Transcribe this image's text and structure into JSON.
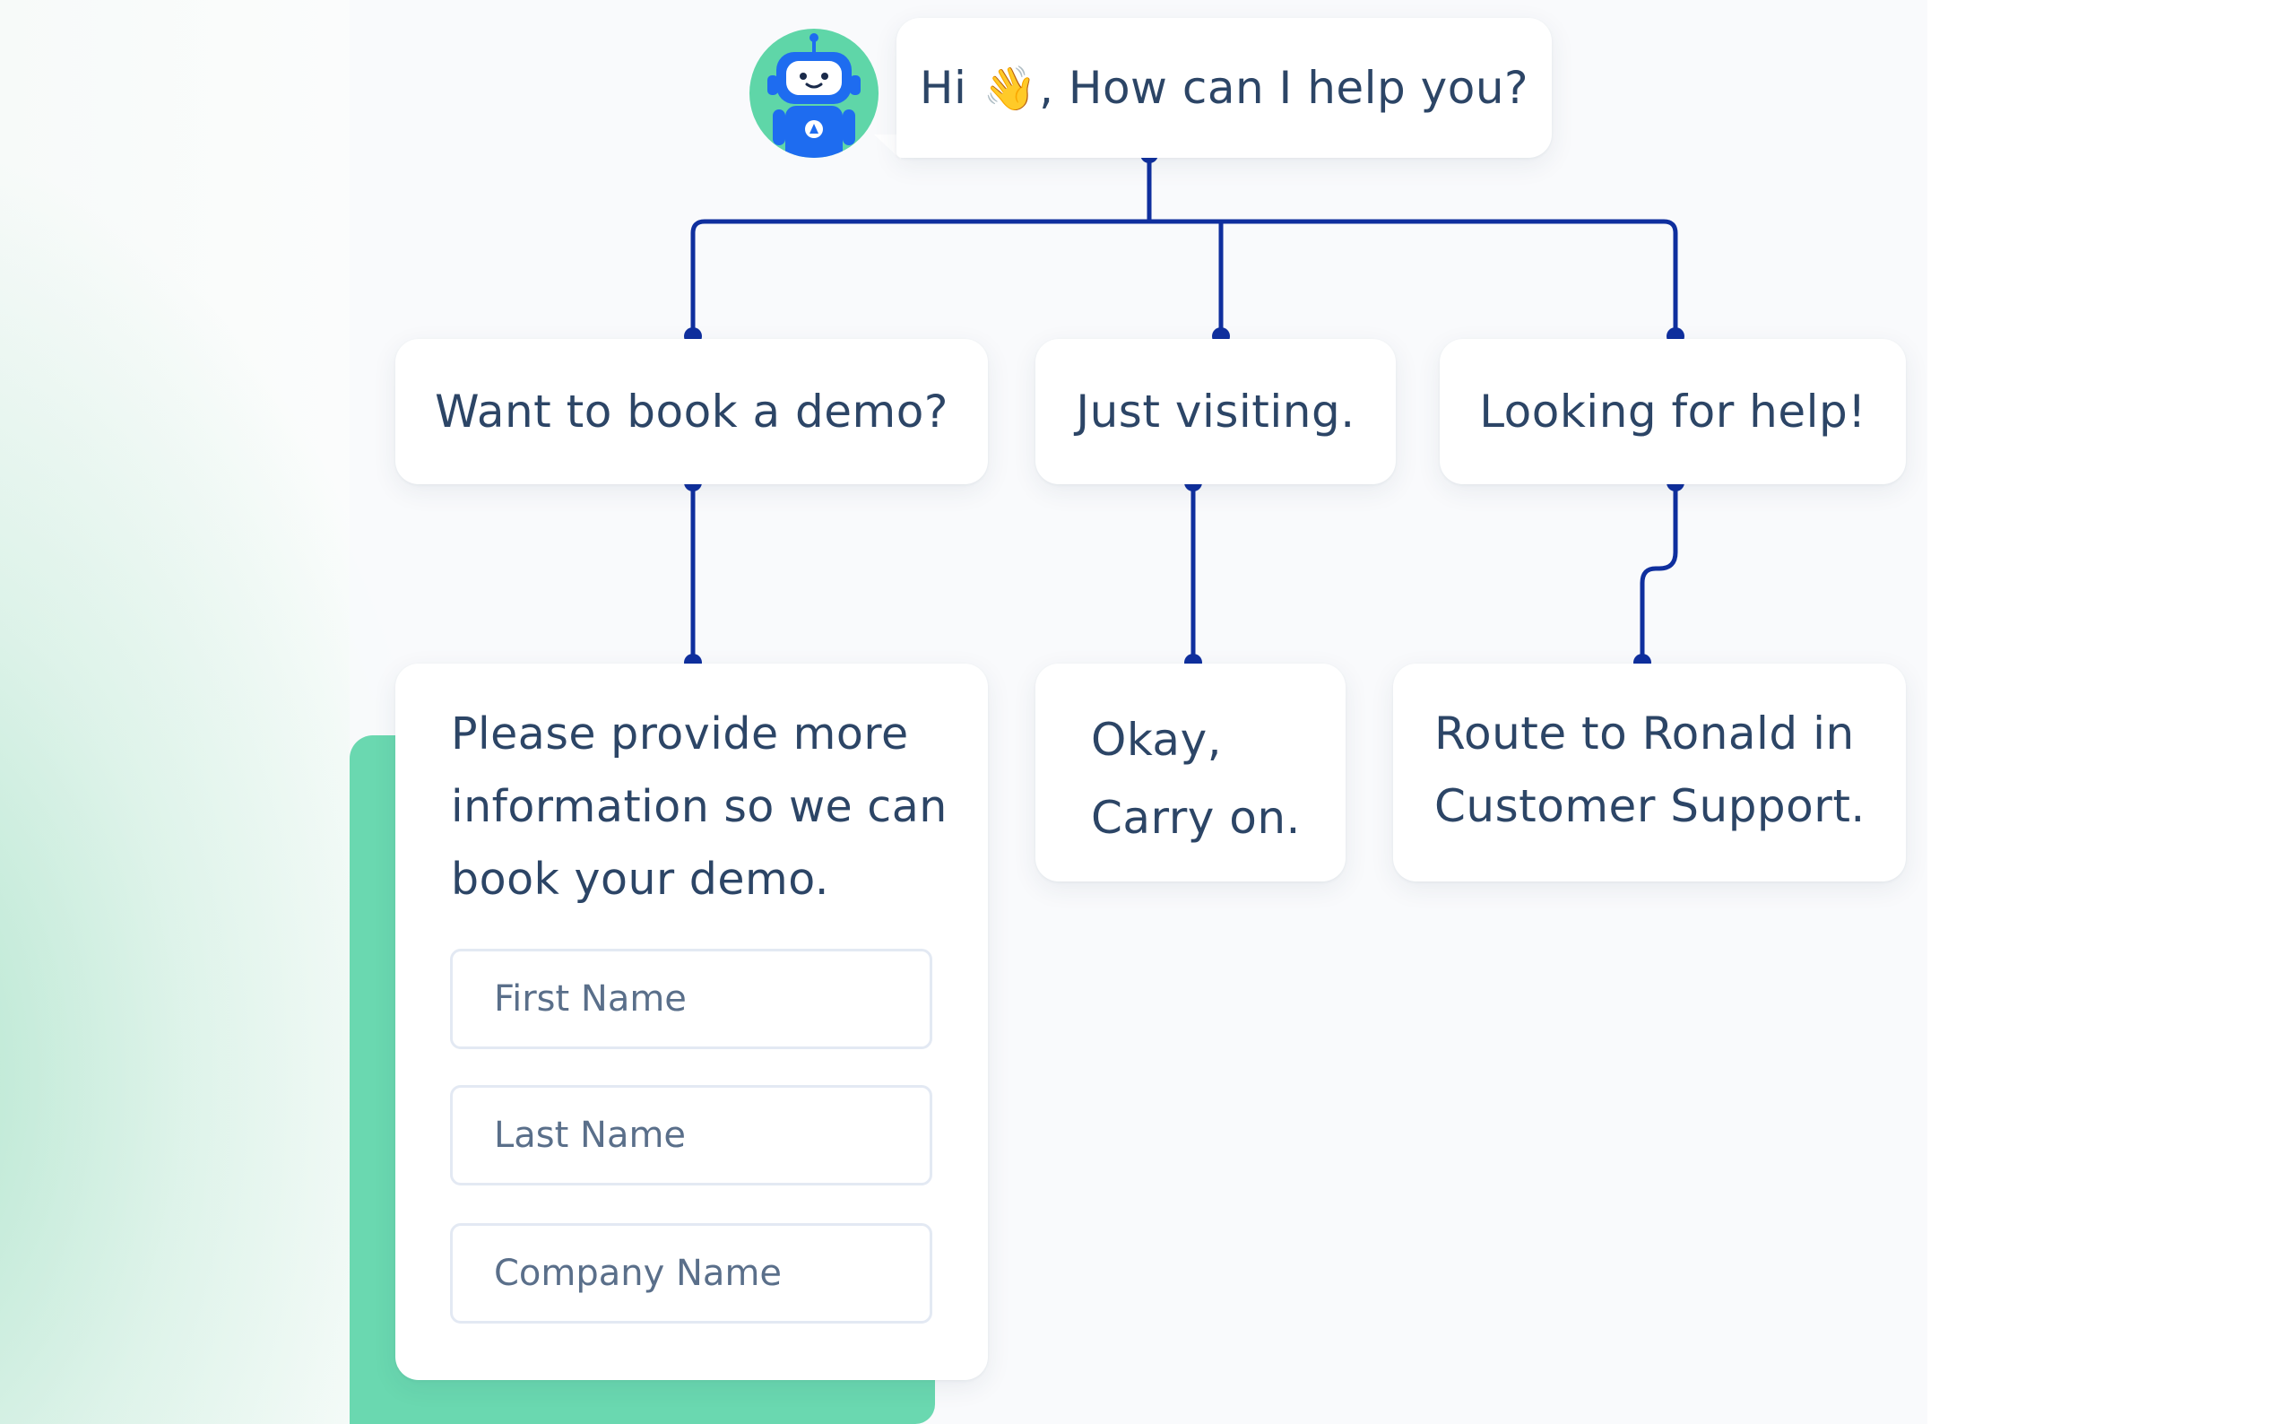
{
  "bot": {
    "avatar_icon": "robot-icon",
    "greeting_prefix": "Hi ",
    "wave_emoji": "👋",
    "greeting_suffix": ", How can I help you?"
  },
  "options": [
    {
      "label": "Want to book a demo?"
    },
    {
      "label": "Just visiting."
    },
    {
      "label": "Looking for help!"
    }
  ],
  "responses": {
    "demo": {
      "message_lines": [
        "Please provide more",
        "information so we can",
        "book your demo."
      ],
      "fields": [
        {
          "placeholder": "First Name"
        },
        {
          "placeholder": "Last Name"
        },
        {
          "placeholder": "Company Name"
        }
      ]
    },
    "visiting": {
      "message_lines": [
        "Okay,",
        "Carry on."
      ]
    },
    "help": {
      "message_lines": [
        "Route to Ronald in",
        "Customer Support."
      ]
    }
  },
  "colors": {
    "connector": "#0f2f9e",
    "accent_green": "#6ad8b0",
    "text": "#2c4566",
    "robot_blue": "#1e6cf0"
  }
}
